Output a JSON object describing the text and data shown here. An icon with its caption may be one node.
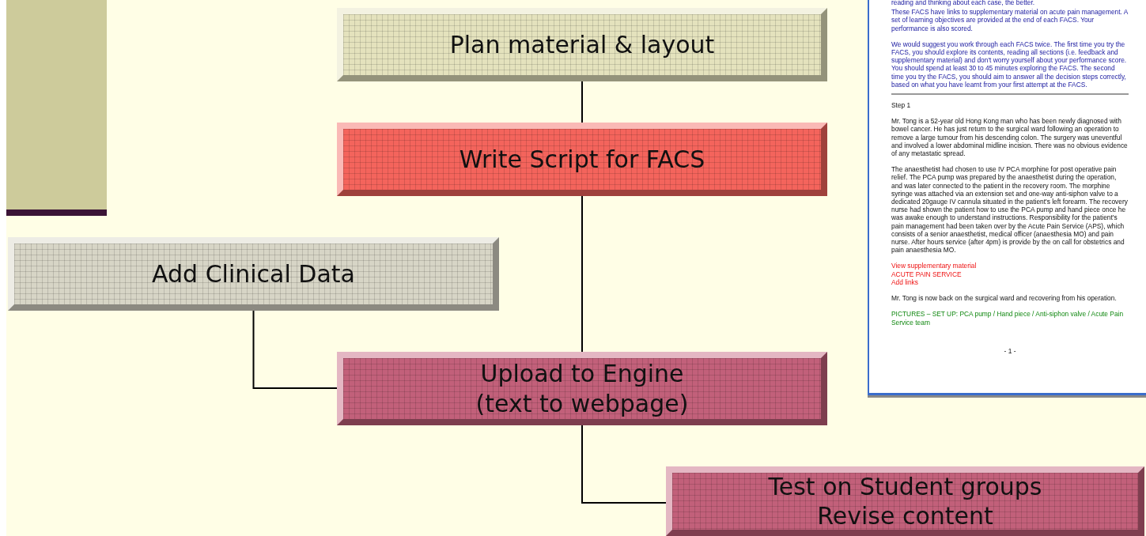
{
  "diagram": {
    "nodes": [
      {
        "text": [
          "Plan material & layout"
        ]
      },
      {
        "text": [
          "Write Script for FACS"
        ]
      },
      {
        "text": [
          "Add Clinical Data"
        ]
      },
      {
        "text": [
          "Upload to Engine (text to webpage)"
        ]
      },
      {
        "text": [
          "Test on Student groups Revise content"
        ]
      }
    ],
    "edges": [
      {
        "from": 0,
        "to": 1,
        "arrow": "none"
      },
      {
        "from": 1,
        "to": 3,
        "arrow": "none"
      },
      {
        "from": 2,
        "to": 3,
        "arrow": "none"
      },
      {
        "from": 3,
        "to": 4,
        "arrow": "none"
      }
    ],
    "labels": [
      "reading and thinking about each case, the better.",
      "These FACS have links to supplementary material on acute pain management. A set of learning objectives are provided at the end of each FACS. Your performance is also scored.",
      "We would suggest you work through each FACS twice. The first time you try the FACS, you should explore its contents, reading all sections (i.e. feedback and supplementary material) and don't worry yourself about your performance score. You should spend at least 30 to 45 minutes exploring the FACS. The second time you try the FACS, you should aim to answer all the decision steps correctly, based on what you have learnt from your first attempt at the FACS.",
      "Step 1",
      "Mr. Tong is a 52-year old Hong Kong man who has been newly diagnosed with bowel cancer. He has just return to the surgical ward following an operation to remove a large tumour from his descending colon. The surgery was uneventful and involved a lower abdominal midline incision. There was no obvious evidence of any metastatic spread.",
      "The anaesthetist had chosen to use IV PCA morphine for post operative pain relief. The PCA pump was prepared by the anaesthetist during the operation, and was later connected to the patient in the recovery room. The morphine syringe was attached via an extension set and one-way anti-siphon valve to a dedicated 20gauge IV cannula situated in the patient's left forearm. The recovery nurse had shown the patient how to use the PCA pump and hand piece once he was awake enough to understand instructions. Responsibility for the patient's pain management had been taken over by the Acute Pain Service (APS), which consists of a senior anaesthetist, medical officer (anaesthesia MO) and pain nurse. After hours service (after 4pm) is provide by the on call for obstetrics and pain anaesthesia MO.",
      "View supplementary material",
      "ACUTE PAIN SERVICE",
      "Add links",
      "Mr. Tong is now back on the surgical ward and recovering from his operation.",
      "PICTURES – SET UP: PCA pump / Hand piece / Anti-siphon valve / Acute Pain Service team",
      "- 1 -"
    ]
  }
}
